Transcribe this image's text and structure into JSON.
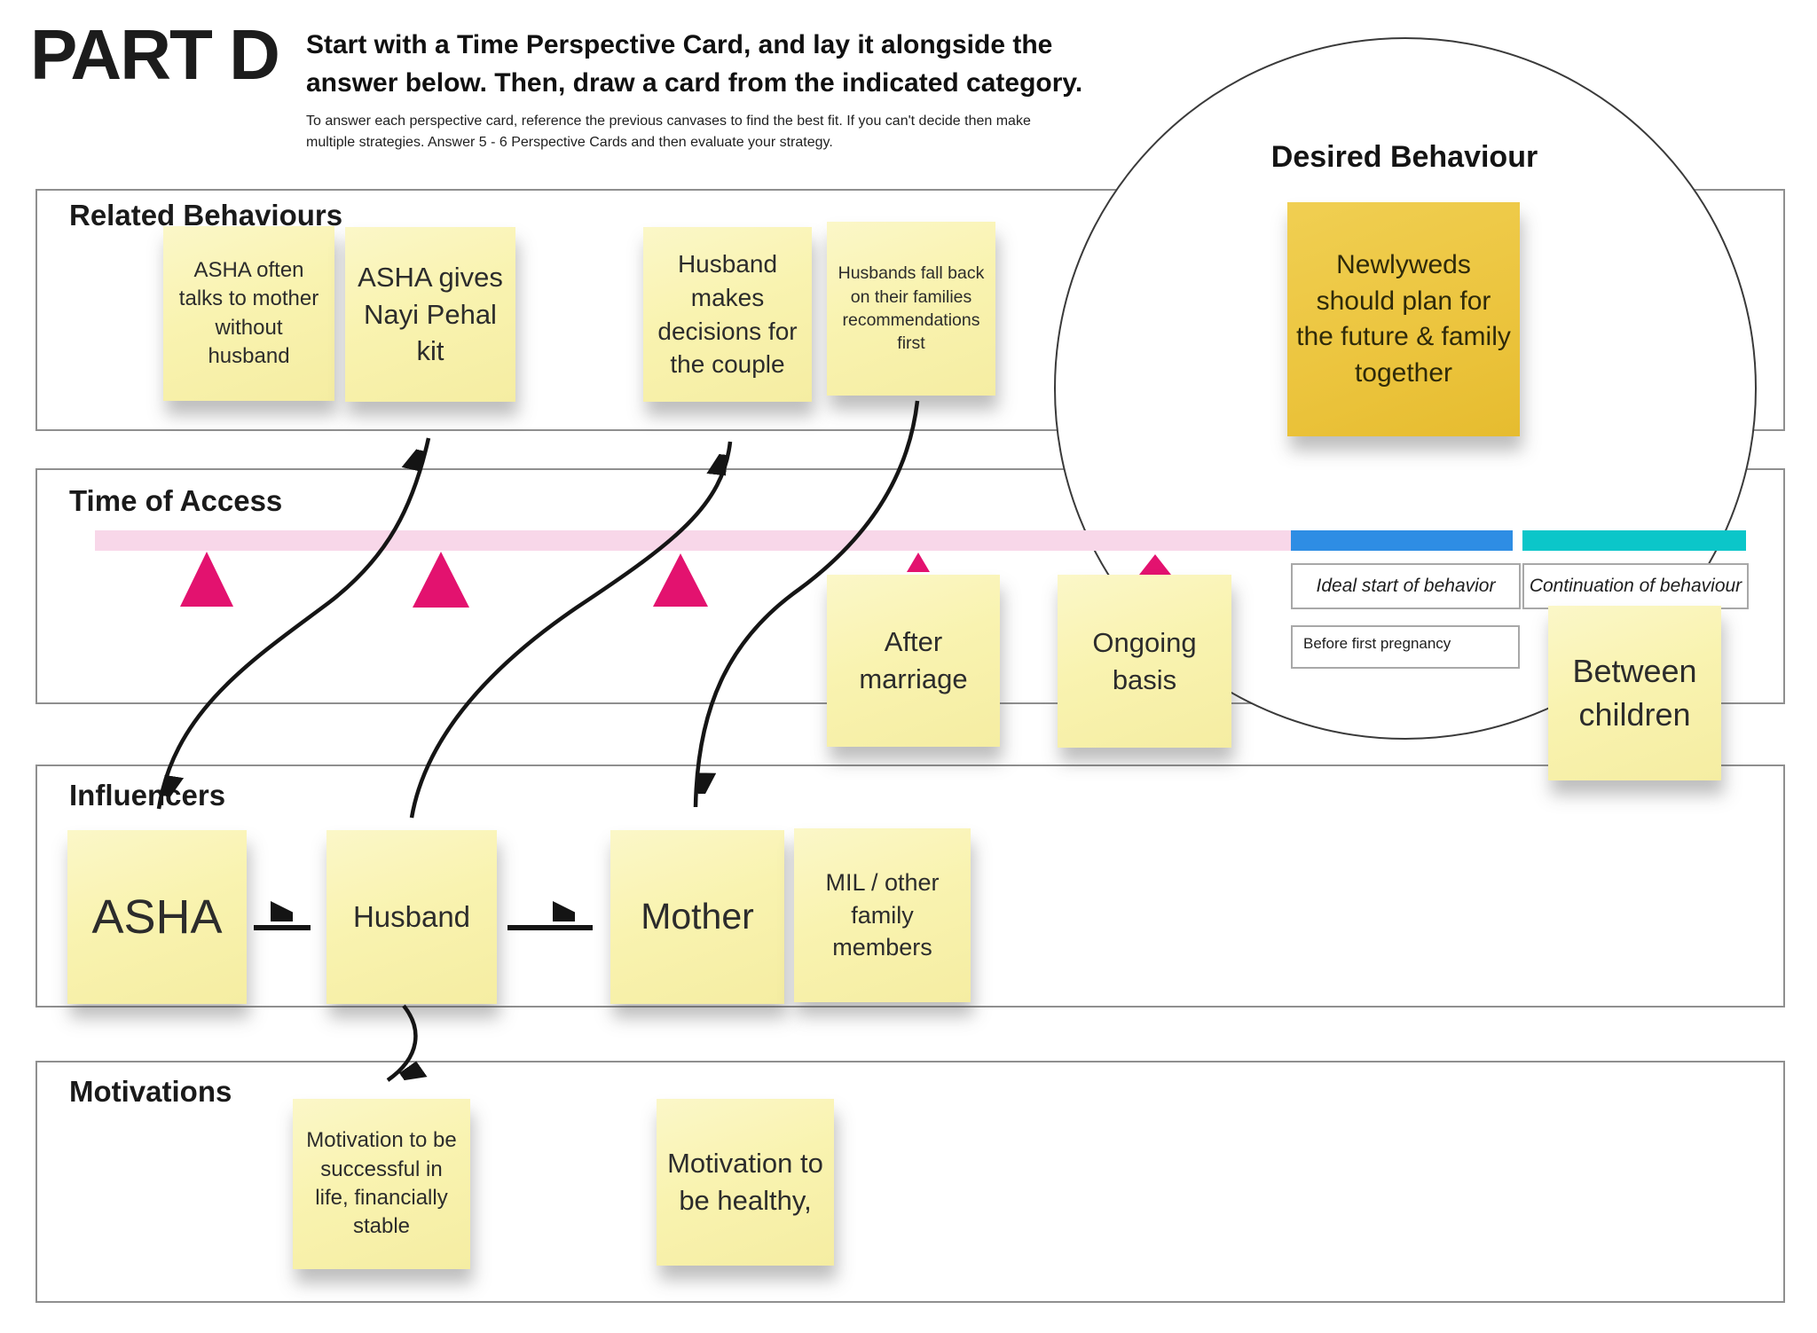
{
  "header": {
    "part_label": "PART D",
    "instruction": "Start with a Time Perspective Card, and lay it alongside the answer below. Then, draw a card from the indicated category.",
    "note": "To answer each perspective card, reference the previous canvases to find the best fit. If you can't decide then make multiple strategies. Answer 5 - 6 Perspective Cards and then evaluate your strategy."
  },
  "desired_behaviour": {
    "title": "Desired Behaviour",
    "note": "Newlyweds should plan for the future & family together"
  },
  "related_behaviours": {
    "title": "Related Behaviours",
    "notes": [
      "ASHA often talks to mother without husband",
      "ASHA gives Nayi Pehal kit",
      "Husband makes decisions for the couple",
      "Husbands fall back on their families recommendations first"
    ]
  },
  "time_of_access": {
    "title": "Time of Access",
    "labels": {
      "ideal": "Ideal start of behavior",
      "continuation": "Continuation of behaviour",
      "before": "Before first pregnancy"
    },
    "notes": [
      "After marriage",
      "Ongoing basis",
      "Between children"
    ]
  },
  "influencers": {
    "title": "Influencers",
    "notes": [
      "ASHA",
      "Husband",
      "Mother",
      "MIL / other family members"
    ]
  },
  "motivations": {
    "title": "Motivations",
    "notes": [
      "Motivation to be successful in life, financially stable",
      "Motivation to be healthy,"
    ]
  },
  "colors": {
    "timeline_pink": "#F8D7E9",
    "timeline_blue": "#2E8DE4",
    "timeline_teal": "#0BC6C9",
    "triangle_magenta": "#E3126F",
    "note_yellow": "#F9F3B0",
    "note_gold": "#ECC53F"
  }
}
